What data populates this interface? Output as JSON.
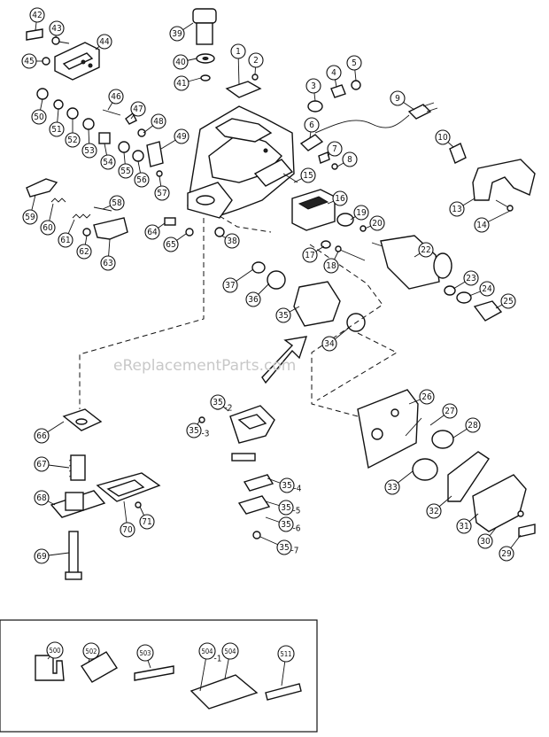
{
  "watermark": "eReplacementParts.com",
  "callouts": [
    {
      "id": "42",
      "label": "42"
    },
    {
      "id": "43",
      "label": "43"
    },
    {
      "id": "44",
      "label": "44"
    },
    {
      "id": "45",
      "label": "45"
    },
    {
      "id": "39",
      "label": "39"
    },
    {
      "id": "40",
      "label": "40"
    },
    {
      "id": "41",
      "label": "41"
    },
    {
      "id": "1",
      "label": "1"
    },
    {
      "id": "2",
      "label": "2"
    },
    {
      "id": "3",
      "label": "3"
    },
    {
      "id": "4",
      "label": "4"
    },
    {
      "id": "5",
      "label": "5"
    },
    {
      "id": "9",
      "label": "9"
    },
    {
      "id": "10",
      "label": "10"
    },
    {
      "id": "6",
      "label": "6"
    },
    {
      "id": "7",
      "label": "7"
    },
    {
      "id": "8",
      "label": "8"
    },
    {
      "id": "46",
      "label": "46"
    },
    {
      "id": "47",
      "label": "47"
    },
    {
      "id": "48",
      "label": "48"
    },
    {
      "id": "49",
      "label": "49"
    },
    {
      "id": "50",
      "label": "50"
    },
    {
      "id": "51",
      "label": "51"
    },
    {
      "id": "52",
      "label": "52"
    },
    {
      "id": "53",
      "label": "53"
    },
    {
      "id": "54",
      "label": "54"
    },
    {
      "id": "55",
      "label": "55"
    },
    {
      "id": "56",
      "label": "56"
    },
    {
      "id": "57",
      "label": "57"
    },
    {
      "id": "15",
      "label": "15"
    },
    {
      "id": "16",
      "label": "16"
    },
    {
      "id": "13",
      "label": "13"
    },
    {
      "id": "14",
      "label": "14"
    },
    {
      "id": "59",
      "label": "59"
    },
    {
      "id": "60",
      "label": "60"
    },
    {
      "id": "58",
      "label": "58"
    },
    {
      "id": "61",
      "label": "61"
    },
    {
      "id": "62",
      "label": "62"
    },
    {
      "id": "63",
      "label": "63"
    },
    {
      "id": "64",
      "label": "64"
    },
    {
      "id": "65",
      "label": "65"
    },
    {
      "id": "38",
      "label": "38"
    },
    {
      "id": "19",
      "label": "19"
    },
    {
      "id": "20",
      "label": "20"
    },
    {
      "id": "17",
      "label": "17"
    },
    {
      "id": "18",
      "label": "18"
    },
    {
      "id": "22",
      "label": "22"
    },
    {
      "id": "23",
      "label": "23"
    },
    {
      "id": "24",
      "label": "24"
    },
    {
      "id": "25",
      "label": "25"
    },
    {
      "id": "37",
      "label": "37"
    },
    {
      "id": "36",
      "label": "36"
    },
    {
      "id": "35a",
      "label": "35"
    },
    {
      "id": "34",
      "label": "34"
    },
    {
      "id": "26",
      "label": "26"
    },
    {
      "id": "27",
      "label": "27"
    },
    {
      "id": "28",
      "label": "28"
    },
    {
      "id": "66",
      "label": "66"
    },
    {
      "id": "67",
      "label": "67"
    },
    {
      "id": "68",
      "label": "68"
    },
    {
      "id": "69",
      "label": "69"
    },
    {
      "id": "70",
      "label": "70"
    },
    {
      "id": "71",
      "label": "71"
    },
    {
      "id": "33",
      "label": "33"
    },
    {
      "id": "32",
      "label": "32"
    },
    {
      "id": "31",
      "label": "31"
    },
    {
      "id": "30",
      "label": "30"
    },
    {
      "id": "29",
      "label": "29"
    },
    {
      "id": "35-3",
      "label": "35"
    },
    {
      "id": "35-2",
      "label": "35"
    },
    {
      "id": "35-4",
      "label": "35"
    },
    {
      "id": "35-5",
      "label": "35"
    },
    {
      "id": "35-6",
      "label": "35"
    },
    {
      "id": "35-7",
      "label": "35"
    },
    {
      "id": "500",
      "label": "500"
    },
    {
      "id": "502",
      "label": "502"
    },
    {
      "id": "503",
      "label": "503"
    },
    {
      "id": "504-1",
      "label": "504"
    },
    {
      "id": "504",
      "label": "504"
    },
    {
      "id": "511",
      "label": "511"
    }
  ],
  "suffixes": [
    {
      "id": "35-3",
      "label": "-3"
    },
    {
      "id": "35-2",
      "label": "-2"
    },
    {
      "id": "35-4",
      "label": "-4"
    },
    {
      "id": "35-5",
      "label": "-5"
    },
    {
      "id": "35-6",
      "label": "-6"
    },
    {
      "id": "35-7",
      "label": "-7"
    },
    {
      "id": "504-1",
      "label": "-1"
    }
  ]
}
